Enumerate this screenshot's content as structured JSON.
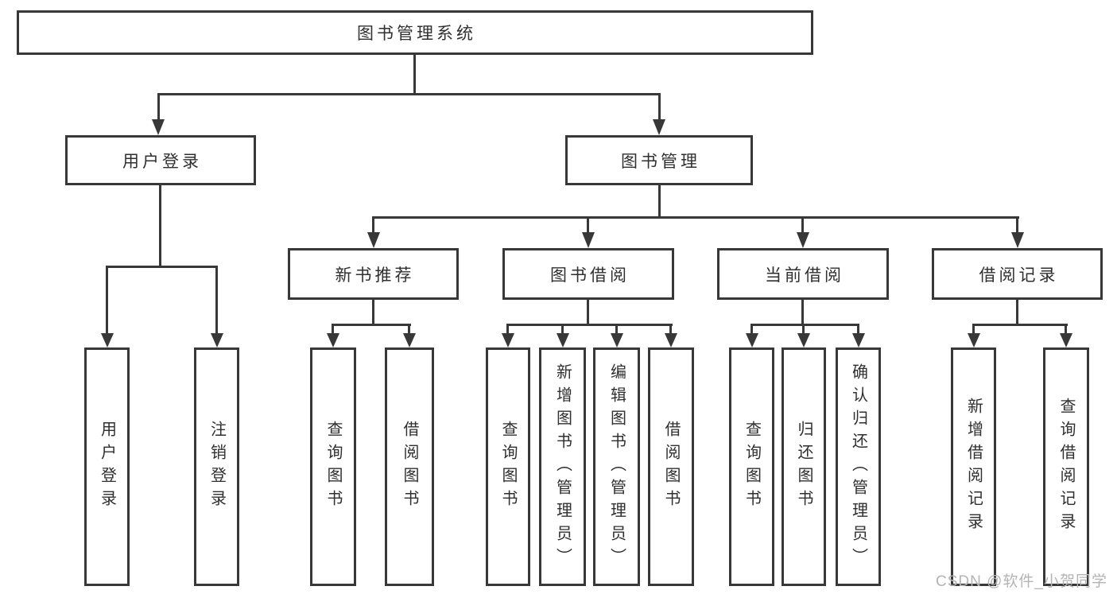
{
  "diagram": {
    "root": "图书管理系统",
    "user_login": {
      "label": "用户登录",
      "children": [
        "用户登录",
        "注销登录"
      ]
    },
    "book_mgmt": {
      "label": "图书管理",
      "sections": {
        "new_book_rec": {
          "label": "新书推荐",
          "children": [
            "查询图书",
            "借阅图书"
          ]
        },
        "book_borrow": {
          "label": "图书借阅",
          "children": [
            "查询图书",
            "新增图书（管理员）",
            "编辑图书（管理员）",
            "借阅图书"
          ]
        },
        "current_borrow": {
          "label": "当前借阅",
          "children": [
            "查询图书",
            "归还图书",
            "确认归还（管理员）"
          ]
        },
        "borrow_records": {
          "label": "借阅记录",
          "children": [
            "新增借阅记录",
            "查询借阅记录"
          ]
        }
      }
    }
  },
  "watermark": {
    "text": "CSDN @软件_小贺同学"
  },
  "colors": {
    "line": "#383838",
    "text": "#2f2f2f",
    "node_background": "#ffffff",
    "watermark": "#b5b3b3",
    "background": "#ffffff"
  }
}
